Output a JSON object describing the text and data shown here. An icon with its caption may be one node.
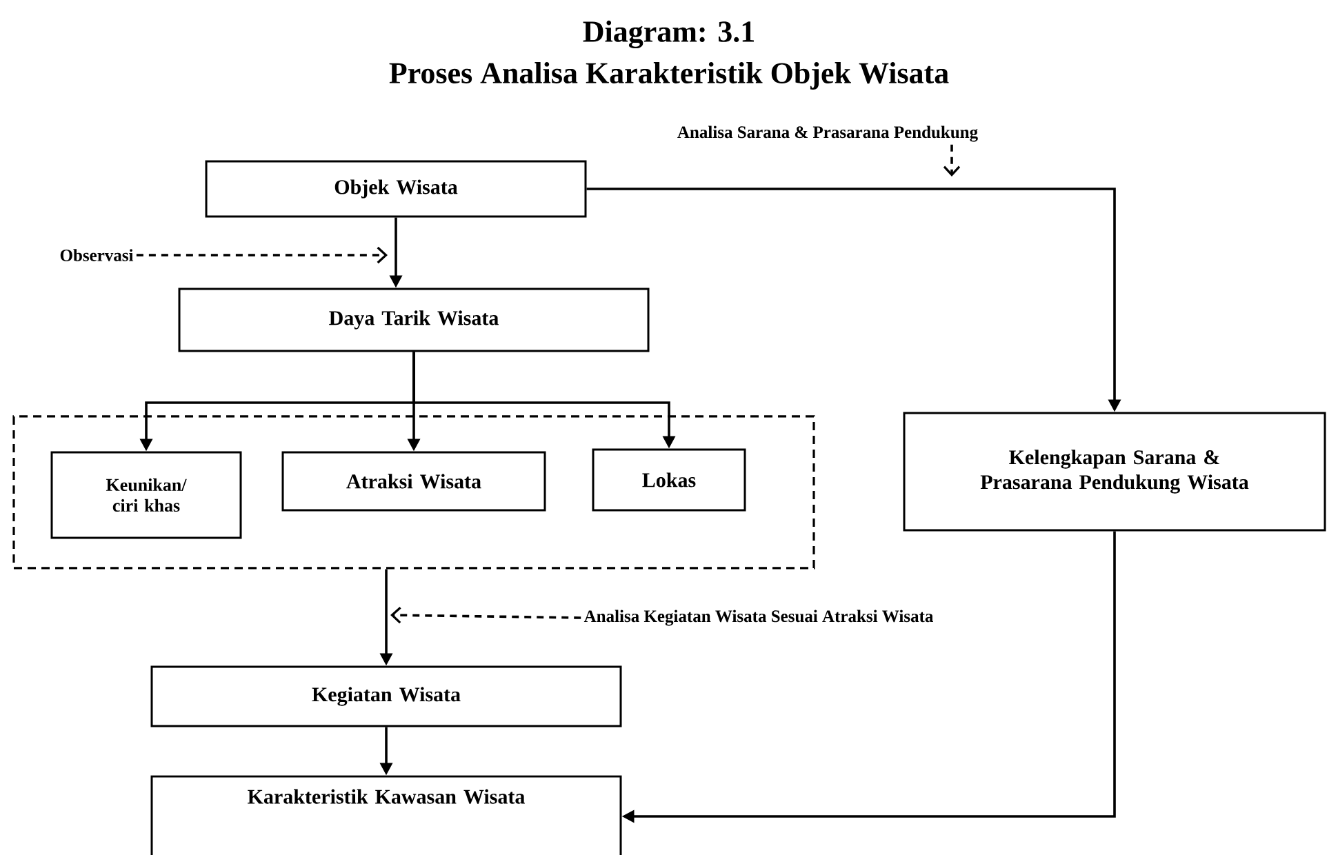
{
  "diagram": {
    "title": "Diagram: 3.1",
    "nodes": [
      {
        "text": [
          "Objek Wisata"
        ]
      },
      {
        "text": [
          "Daya Tarik Wisata"
        ]
      },
      {
        "text": [],
        "shape": "box"
      },
      {
        "text": [
          "Keunikan/ ciri khas"
        ],
        "in": 2
      },
      {
        "text": [
          "Atraksi Wisata"
        ],
        "in": 2
      },
      {
        "text": [
          "Lokas"
        ],
        "in": 2
      },
      {
        "text": [
          "Kelengkapan Sarana & Prasarana Pendukung Wisata"
        ]
      },
      {
        "text": [
          "Kegiatan Wisata"
        ]
      },
      {
        "text": [
          "Karakteristik Kawasan Wisata"
        ]
      },
      {
        "text": [
          "Observasi"
        ]
      },
      {
        "text": [
          "Analisa Sarana & Prasarana Pendukung"
        ]
      },
      {
        "text": [
          "Analisa Kegiatan Wisata Sesuai Atraksi Wisata"
        ]
      }
    ],
    "edges": [
      {
        "from": 0,
        "to": 1,
        "arrow": "to"
      },
      {
        "from": 1,
        "to": 3,
        "arrow": "to"
      },
      {
        "from": 1,
        "to": 4,
        "arrow": "to"
      },
      {
        "from": 1,
        "to": 5,
        "arrow": "to"
      },
      {
        "from": 0,
        "to": 6,
        "arrow": "to"
      },
      {
        "from": 2,
        "to": 7,
        "arrow": "to"
      },
      {
        "from": 7,
        "to": 8,
        "arrow": "to"
      },
      {
        "from": 6,
        "to": 8,
        "arrow": "to"
      },
      {
        "from": 9,
        "to": null,
        "arrow": "to",
        "style": "dashed"
      },
      {
        "from": 10,
        "to": null,
        "arrow": "to",
        "style": "dashed"
      },
      {
        "from": 11,
        "to": null,
        "arrow": "to",
        "style": "dashed"
      }
    ],
    "labels": [
      "Proses Analisa Karakteristik Objek Wisata"
    ]
  }
}
